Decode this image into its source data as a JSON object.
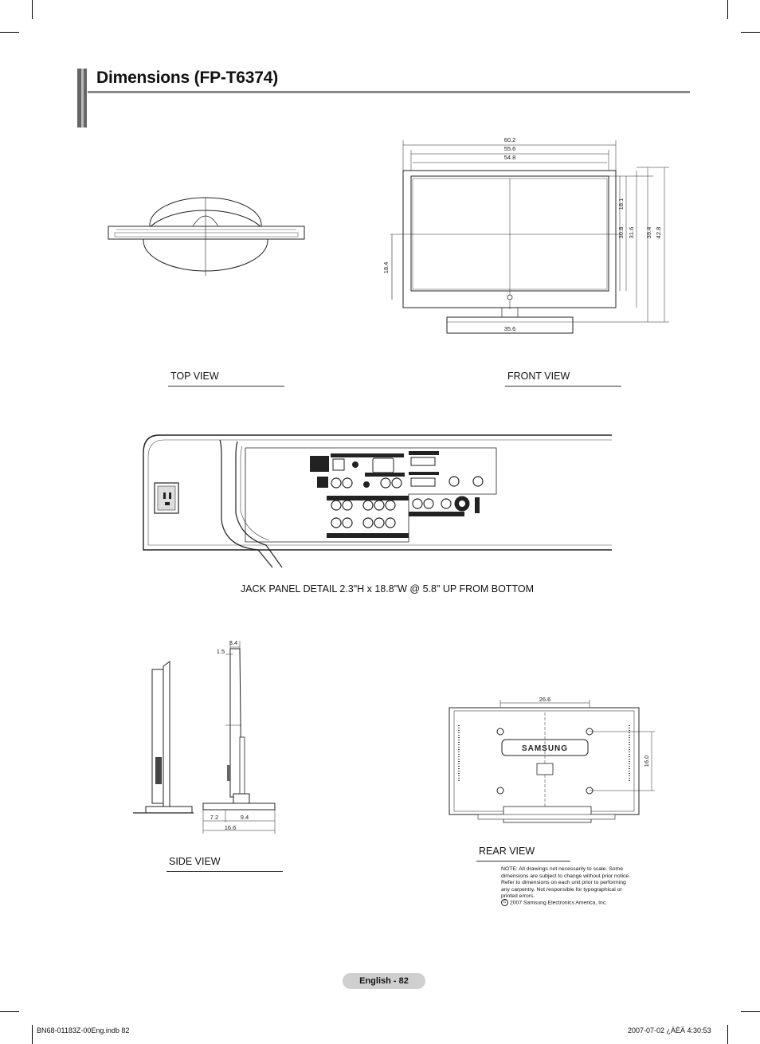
{
  "header": {
    "title": "Dimensions (FP-T6374)"
  },
  "views": {
    "top": "TOP VIEW",
    "front": "FRONT VIEW",
    "side": "SIDE VIEW",
    "rear": "REAR VIEW"
  },
  "front_dims": {
    "overall_width": "60.2",
    "bezel_width": "55.6",
    "screen_width": "54.8",
    "screen_height_inner": "18.1",
    "h_a": "30.8",
    "h_b": "31.6",
    "h_c": "39.4",
    "overall_height": "42.8",
    "center_height": "18.4",
    "stand_width": "35.6"
  },
  "side_dims": {
    "depth_top": "3.4",
    "depth_panel": "1.5",
    "stand_front": "7.2",
    "stand_back": "9.4",
    "stand_depth": "16.6"
  },
  "rear_dims": {
    "mount_width": "26.6",
    "mount_height": "16.0",
    "brand": "SAMSUNG"
  },
  "jack_panel": {
    "caption": "JACK PANEL DETAIL 2.3\"H x 18.8\"W @ 5.8\" UP FROM BOTTOM"
  },
  "note": {
    "lines": [
      "NOTE:  All drawings not necessarily to scale.  Some",
      "dimensions are subject to change without prior notice.",
      "Refer to dimensions on each unit prior to performing",
      "any carpentry.  Not responsible for typographical or",
      "printed errors."
    ],
    "copyright": "2007 Samsung Electronics America, Inc.",
    "copyright_symbol": "C"
  },
  "page_number": "English - 82",
  "footer": {
    "left": "BN68-01183Z-00Eng.indb   82",
    "right": "2007-07-02   ¿ÀÈÄ 4:30:53"
  }
}
